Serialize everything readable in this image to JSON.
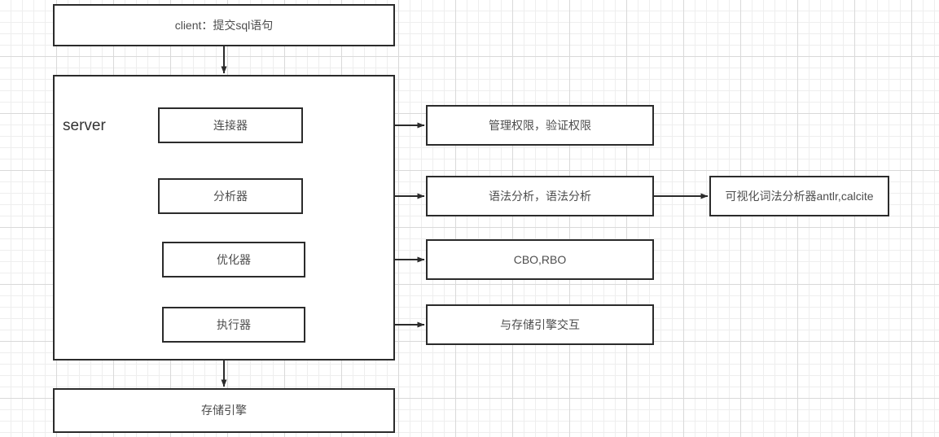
{
  "diagram": {
    "title_node": {
      "label": "client：提交sql语句"
    },
    "server_group": {
      "label": "server"
    },
    "server_children": [
      {
        "label": "连接器"
      },
      {
        "label": "分析器"
      },
      {
        "label": "优化器"
      },
      {
        "label": "执行器"
      }
    ],
    "right_column": [
      {
        "label": "管理权限，验证权限"
      },
      {
        "label": "语法分析，语法分析"
      },
      {
        "label": "CBO,RBO"
      },
      {
        "label": "与存储引擎交互"
      }
    ],
    "far_right": {
      "label": "可视化词法分析器antlr,calcite"
    },
    "bottom_node": {
      "label": "存储引擎"
    },
    "colors": {
      "stroke": "#2b2b2b",
      "text": "#4d4d4d",
      "grid_minor": "#eeeeee",
      "grid_major": "#d9d9d9",
      "background": "#ffffff"
    }
  }
}
